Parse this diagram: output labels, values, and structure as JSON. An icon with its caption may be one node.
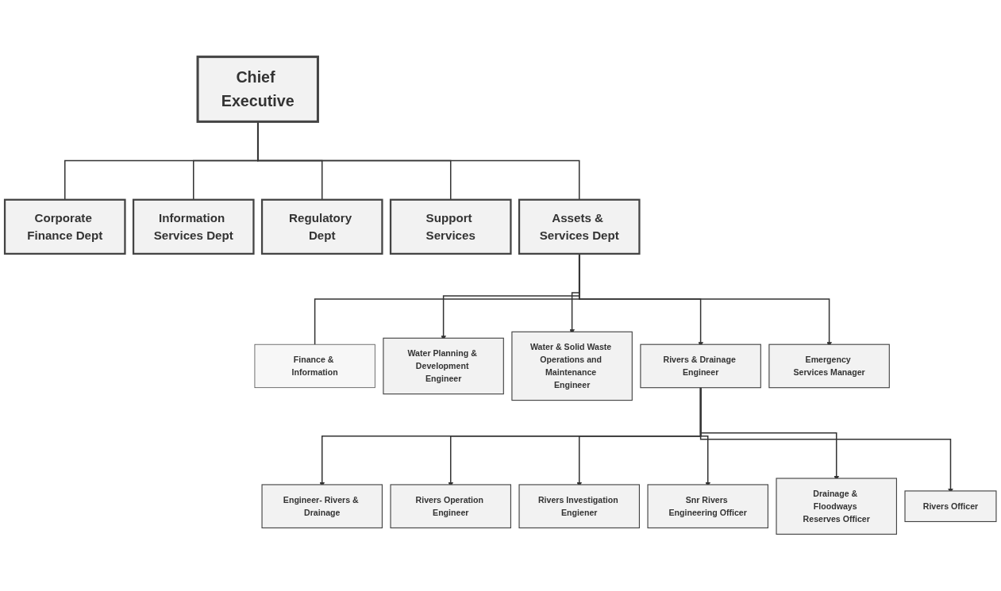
{
  "diagram": {
    "nodes": [
      {
        "text": [
          "Chief Executive"
        ]
      },
      {
        "text": [
          "Corporate Finance Dept"
        ]
      },
      {
        "text": [
          "Information Services Dept"
        ]
      },
      {
        "text": [
          "Regulatory Dept"
        ]
      },
      {
        "text": [
          "Support Services"
        ]
      },
      {
        "text": [
          "Finance & Information"
        ]
      },
      {
        "text": [
          "Assets & Services Dept"
        ]
      },
      {
        "text": [
          "Water Planning & Development Engineer"
        ]
      },
      {
        "text": [
          "Water & Solid Waste Operations and Maintenance Engineer"
        ]
      },
      {
        "text": [
          "Rivers & Drainage Engineer"
        ]
      },
      {
        "text": [
          "Emergency Services Manager"
        ]
      },
      {
        "text": [
          "Engineer- Rivers & Drainage"
        ]
      },
      {
        "text": [
          "Rivers Operation Engineer"
        ]
      },
      {
        "text": [
          "Rivers Investigation Engiener"
        ]
      },
      {
        "text": [
          "Snr Rivers Engineering Officer"
        ]
      },
      {
        "text": [
          "Drainage & Floodways Reserves Officer"
        ]
      },
      {
        "text": [
          "Rivers Officer"
        ]
      }
    ],
    "edges": [
      {
        "from": 0,
        "to": 1,
        "arrow": "none"
      },
      {
        "from": 0,
        "to": 2,
        "arrow": "none"
      },
      {
        "from": 0,
        "to": 3,
        "arrow": "none"
      },
      {
        "from": 0,
        "to": 4,
        "arrow": "none"
      },
      {
        "from": 0,
        "to": 6,
        "arrow": "none"
      },
      {
        "from": 6,
        "to": 5,
        "arrow": "none"
      },
      {
        "from": 6,
        "to": 7,
        "arrow": "to"
      },
      {
        "from": 6,
        "to": 8,
        "arrow": "to"
      },
      {
        "from": 6,
        "to": 9,
        "arrow": "to"
      },
      {
        "from": 6,
        "to": 10,
        "arrow": "to"
      },
      {
        "from": 9,
        "to": 11,
        "arrow": "to"
      },
      {
        "from": 9,
        "to": 12,
        "arrow": "to"
      },
      {
        "from": 9,
        "to": 13,
        "arrow": "to"
      },
      {
        "from": 9,
        "to": 14,
        "arrow": "to"
      },
      {
        "from": 9,
        "to": 15,
        "arrow": "to"
      },
      {
        "from": 9,
        "to": 16,
        "arrow": "to"
      }
    ]
  }
}
